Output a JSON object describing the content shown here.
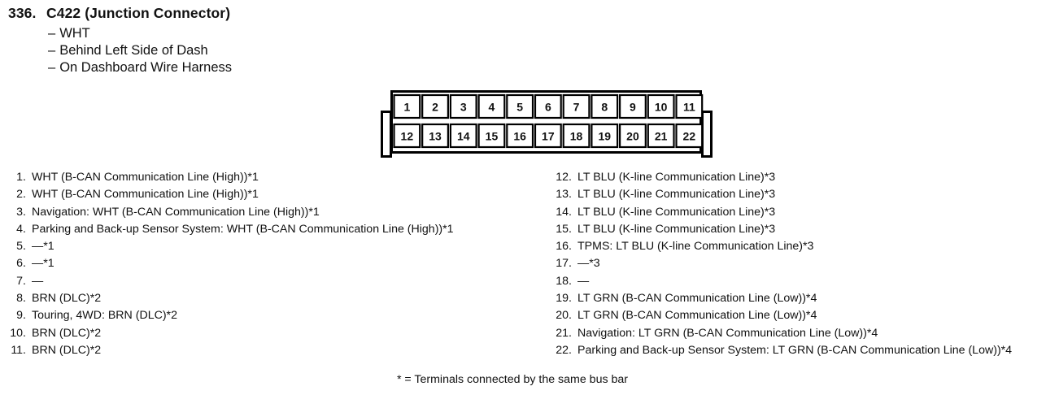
{
  "header": {
    "number": "336.",
    "title": "C422 (Junction Connector)"
  },
  "details": [
    "WHT",
    "Behind Left Side of Dash",
    "On Dashboard Wire Harness"
  ],
  "connector": {
    "top_row": [
      "1",
      "2",
      "3",
      "4",
      "5",
      "6",
      "7",
      "8",
      "9",
      "10",
      "11"
    ],
    "bottom_row": [
      "12",
      "13",
      "14",
      "15",
      "16",
      "17",
      "18",
      "19",
      "20",
      "21",
      "22"
    ]
  },
  "terminals_left": [
    {
      "num": "1.",
      "text": "WHT (B-CAN Communication Line (High))*1"
    },
    {
      "num": "2.",
      "text": "WHT (B-CAN Communication Line (High))*1"
    },
    {
      "num": "3.",
      "text": "Navigation: WHT (B-CAN Communication Line (High))*1"
    },
    {
      "num": "4.",
      "text": "Parking and Back-up Sensor System: WHT (B-CAN Communication Line (High))*1"
    },
    {
      "num": "5.",
      "text": "—*1"
    },
    {
      "num": "6.",
      "text": "—*1"
    },
    {
      "num": "7.",
      "text": "—"
    },
    {
      "num": "8.",
      "text": "BRN (DLC)*2"
    },
    {
      "num": "9.",
      "text": "Touring, 4WD: BRN (DLC)*2"
    },
    {
      "num": "10.",
      "text": "BRN (DLC)*2"
    },
    {
      "num": "11.",
      "text": "BRN (DLC)*2"
    }
  ],
  "terminals_right": [
    {
      "num": "12.",
      "text": "LT BLU (K-line Communication Line)*3"
    },
    {
      "num": "13.",
      "text": "LT BLU (K-line Communication Line)*3"
    },
    {
      "num": "14.",
      "text": "LT BLU (K-line Communication Line)*3"
    },
    {
      "num": "15.",
      "text": "LT BLU (K-line Communication Line)*3"
    },
    {
      "num": "16.",
      "text": "TPMS: LT BLU (K-line Communication Line)*3"
    },
    {
      "num": "17.",
      "text": "—*3"
    },
    {
      "num": "18.",
      "text": "—"
    },
    {
      "num": "19.",
      "text": "LT GRN (B-CAN Communication Line (Low))*4"
    },
    {
      "num": "20.",
      "text": "LT GRN (B-CAN Communication Line (Low))*4"
    },
    {
      "num": "21.",
      "text": "Navigation: LT GRN (B-CAN Communication Line (Low))*4"
    },
    {
      "num": "22.",
      "text": "Parking and Back-up Sensor System: LT GRN (B-CAN Communication Line (Low))*4"
    }
  ],
  "footnote": "* = Terminals connected by the same bus bar"
}
